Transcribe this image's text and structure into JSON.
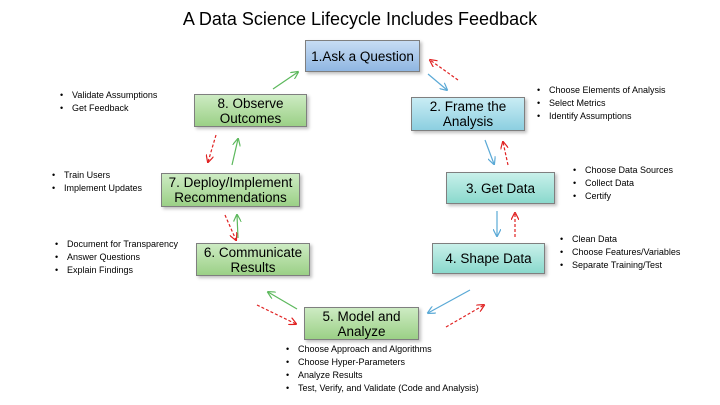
{
  "title": "A Data Science Lifecycle Includes Feedback",
  "steps": [
    {
      "label": "1.Ask a Question",
      "bullets": []
    },
    {
      "label": "2. Frame the\nAnalysis",
      "bullets": [
        "Choose Elements of Analysis",
        "Select Metrics",
        "Identify Assumptions"
      ]
    },
    {
      "label": "3. Get Data",
      "bullets": [
        "Choose Data Sources",
        "Collect Data",
        "Certify"
      ]
    },
    {
      "label": "4. Shape Data",
      "bullets": [
        "Clean Data",
        "Choose Features/Variables",
        "Separate Training/Test"
      ]
    },
    {
      "label": "5. Model and\nAnalyze",
      "bullets": [
        "Choose Approach and Algorithms",
        "Choose Hyper-Parameters",
        "Analyze Results",
        "Test, Verify, and Validate (Code and Analysis)"
      ]
    },
    {
      "label": "6. Communicate\nResults",
      "bullets": [
        "Document for Transparency",
        "Answer Questions",
        "Explain Findings"
      ]
    },
    {
      "label": "7. Deploy/Implement\nRecommendations",
      "bullets": [
        "Train Users",
        "Implement Updates"
      ]
    },
    {
      "label": "8. Observe\nOutcomes",
      "bullets": [
        "Validate Assumptions",
        "Get Feedback"
      ]
    }
  ],
  "colors": {
    "forward_arrow_blue": "#5aa9d6",
    "forward_arrow_green": "#5cb85c",
    "feedback_arrow": "#e02020",
    "box_blue": "#8fb6e2",
    "box_cyan": "#8ccfe0",
    "box_teal": "#8ad9cd",
    "box_green": "#9bd086"
  },
  "legend_semantics": {
    "forward": "solid arrows",
    "feedback": "dashed arrows"
  }
}
